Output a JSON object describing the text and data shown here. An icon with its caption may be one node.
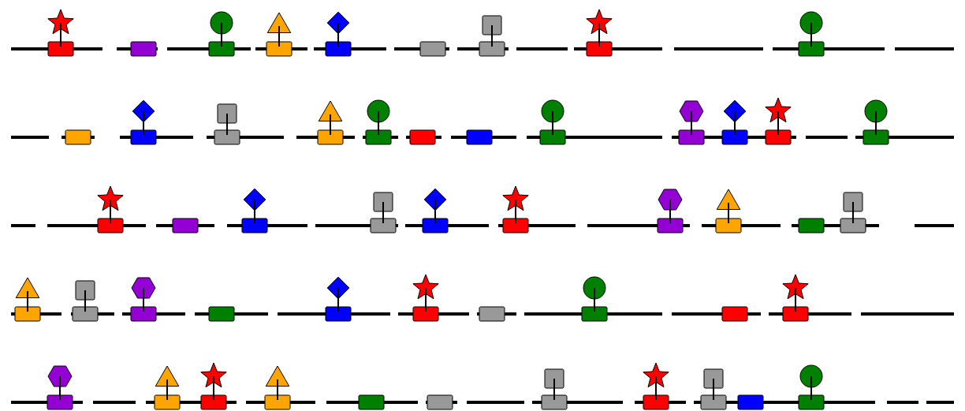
{
  "diagram": {
    "nodes": [
      {
        "text": [],
        "shape": "box"
      },
      {
        "text": [],
        "shape": "box"
      },
      {
        "text": [],
        "shape": "box"
      },
      {
        "text": [],
        "shape": "box"
      },
      {
        "text": [],
        "shape": "box"
      },
      {
        "text": [],
        "shape": "box"
      },
      {
        "text": [],
        "shape": "box"
      },
      {
        "text": [],
        "shape": "box"
      },
      {
        "text": [],
        "shape": "box"
      },
      {
        "text": [],
        "shape": "box"
      },
      {
        "text": [],
        "shape": "box"
      },
      {
        "text": [],
        "shape": "box"
      },
      {
        "text": [],
        "shape": "box"
      },
      {
        "text": [],
        "shape": "box"
      },
      {
        "text": [],
        "shape": "box"
      },
      {
        "text": [],
        "shape": "box"
      },
      {
        "text": [],
        "shape": "box"
      },
      {
        "text": [],
        "shape": "box"
      },
      {
        "text": [],
        "shape": "box"
      },
      {
        "text": [],
        "shape": "box"
      },
      {
        "text": [],
        "shape": "box"
      },
      {
        "text": [],
        "shape": "box"
      },
      {
        "text": [],
        "shape": "box"
      },
      {
        "text": [],
        "shape": "box"
      },
      {
        "text": [],
        "shape": "box"
      },
      {
        "text": [],
        "shape": "box"
      },
      {
        "text": [],
        "shape": "box"
      },
      {
        "text": [],
        "shape": "box"
      },
      {
        "text": [],
        "shape": "box"
      },
      {
        "text": [],
        "shape": "box"
      },
      {
        "text": [],
        "shape": "box"
      },
      {
        "text": [],
        "shape": "box"
      },
      {
        "text": [],
        "shape": "box"
      },
      {
        "text": [],
        "shape": "box"
      },
      {
        "text": [],
        "shape": "box"
      },
      {
        "text": [],
        "shape": "box"
      },
      {
        "text": [],
        "shape": "box"
      },
      {
        "text": [],
        "shape": "box"
      },
      {
        "text": [],
        "shape": "box"
      },
      {
        "text": [],
        "shape": "box"
      },
      {
        "text": [],
        "shape": "box"
      },
      {
        "text": [],
        "shape": "box"
      },
      {
        "text": [],
        "shape": "box"
      },
      {
        "text": [],
        "shape": "box"
      },
      {
        "text": [],
        "shape": "box"
      },
      {
        "text": [],
        "shape": "box"
      },
      {
        "text": [],
        "shape": "box"
      },
      {
        "text": [],
        "shape": "box"
      },
      {
        "text": [],
        "shape": "box"
      },
      {
        "text": [],
        "shape": "box"
      },
      {
        "text": [],
        "shape": "box"
      },
      {
        "text": [],
        "shape": "box"
      }
    ]
  }
}
